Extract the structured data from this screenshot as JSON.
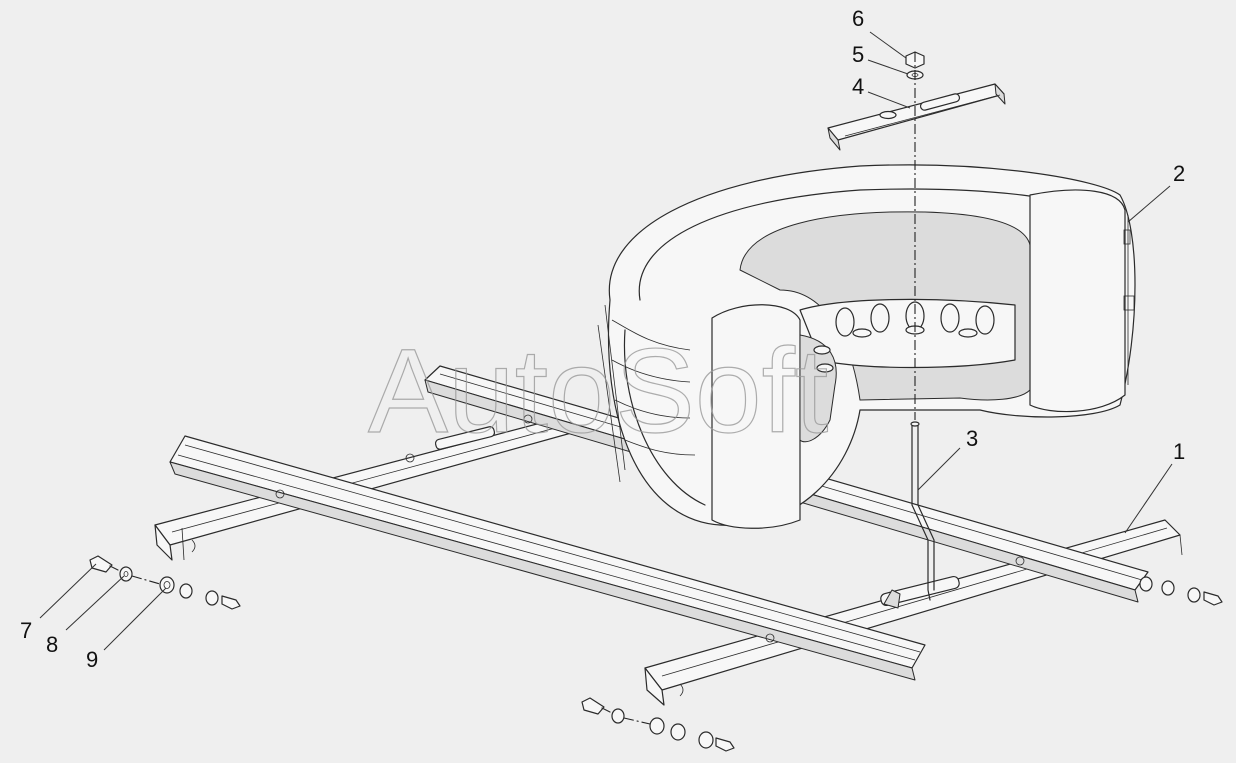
{
  "watermark": "AutoSoft",
  "callouts": [
    {
      "id": "c1",
      "label": "1"
    },
    {
      "id": "c2",
      "label": "2"
    },
    {
      "id": "c3",
      "label": "3"
    },
    {
      "id": "c4",
      "label": "4"
    },
    {
      "id": "c5",
      "label": "5"
    },
    {
      "id": "c6",
      "label": "6"
    },
    {
      "id": "c7",
      "label": "7"
    },
    {
      "id": "c8",
      "label": "8"
    },
    {
      "id": "c9",
      "label": "9"
    }
  ],
  "colors": {
    "background": "#efefef",
    "line": "#2b2b2b",
    "part_fill": "#f7f7f7"
  }
}
